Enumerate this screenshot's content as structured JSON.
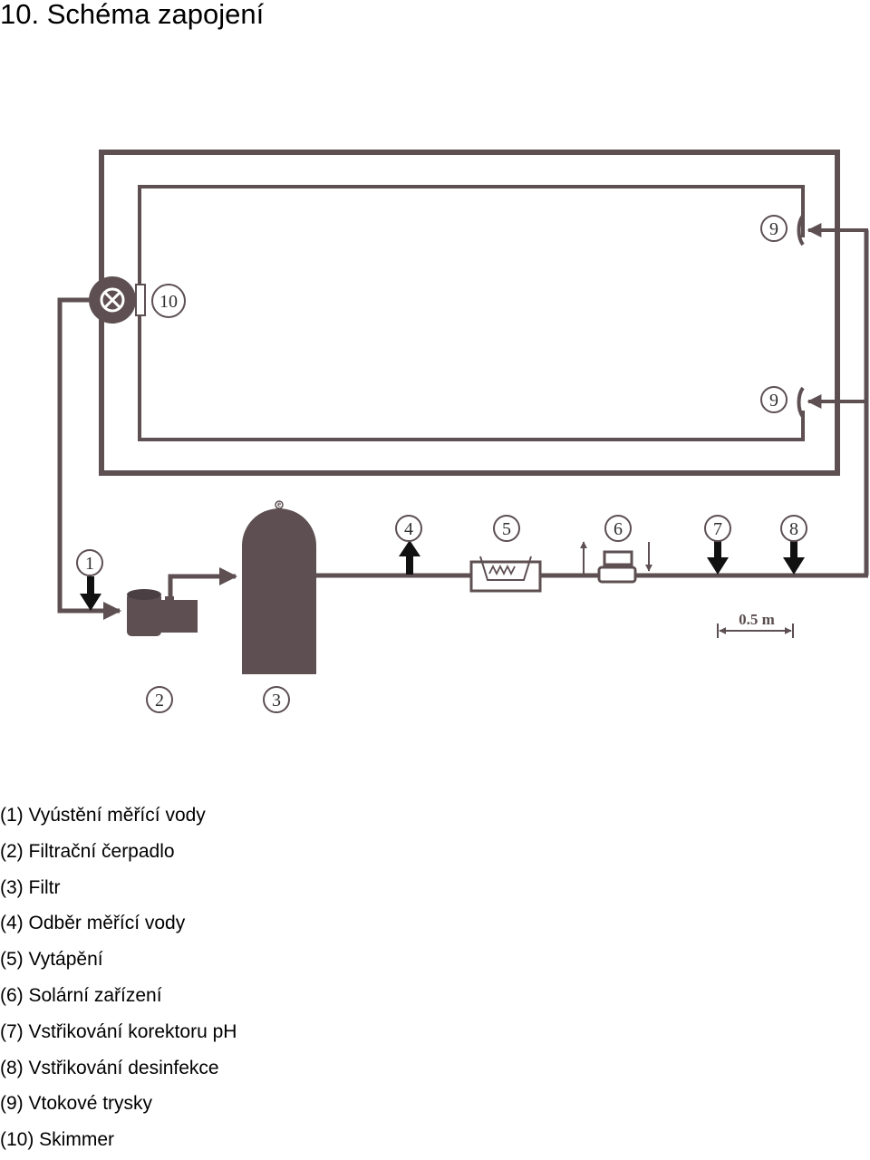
{
  "title": "10. Schéma zapojení",
  "diagram": {
    "colors": {
      "pipe": "#5d4f52",
      "outline": "#4a4a4a"
    },
    "markers": [
      {
        "id": "1",
        "label": "1"
      },
      {
        "id": "2",
        "label": "2"
      },
      {
        "id": "3",
        "label": "3"
      },
      {
        "id": "4",
        "label": "4"
      },
      {
        "id": "5",
        "label": "5"
      },
      {
        "id": "6",
        "label": "6"
      },
      {
        "id": "7",
        "label": "7"
      },
      {
        "id": "8",
        "label": "8"
      },
      {
        "id": "9a",
        "label": "9"
      },
      {
        "id": "9b",
        "label": "9"
      },
      {
        "id": "10",
        "label": "10"
      }
    ],
    "scale_label": "0.5 m",
    "filter_top_symbol": "e"
  },
  "legend": [
    "(1) Vyústění měřící vody",
    "(2) Filtrační čerpadlo",
    "(3) Filtr",
    "(4) Odběr měřící vody",
    "(5) Vytápění",
    "(6) Solární zařízení",
    "(7) Vstřikování korektoru pH",
    "(8) Vstřikování desinfekce",
    "(9) Vtokové trysky",
    "(10) Skimmer"
  ]
}
